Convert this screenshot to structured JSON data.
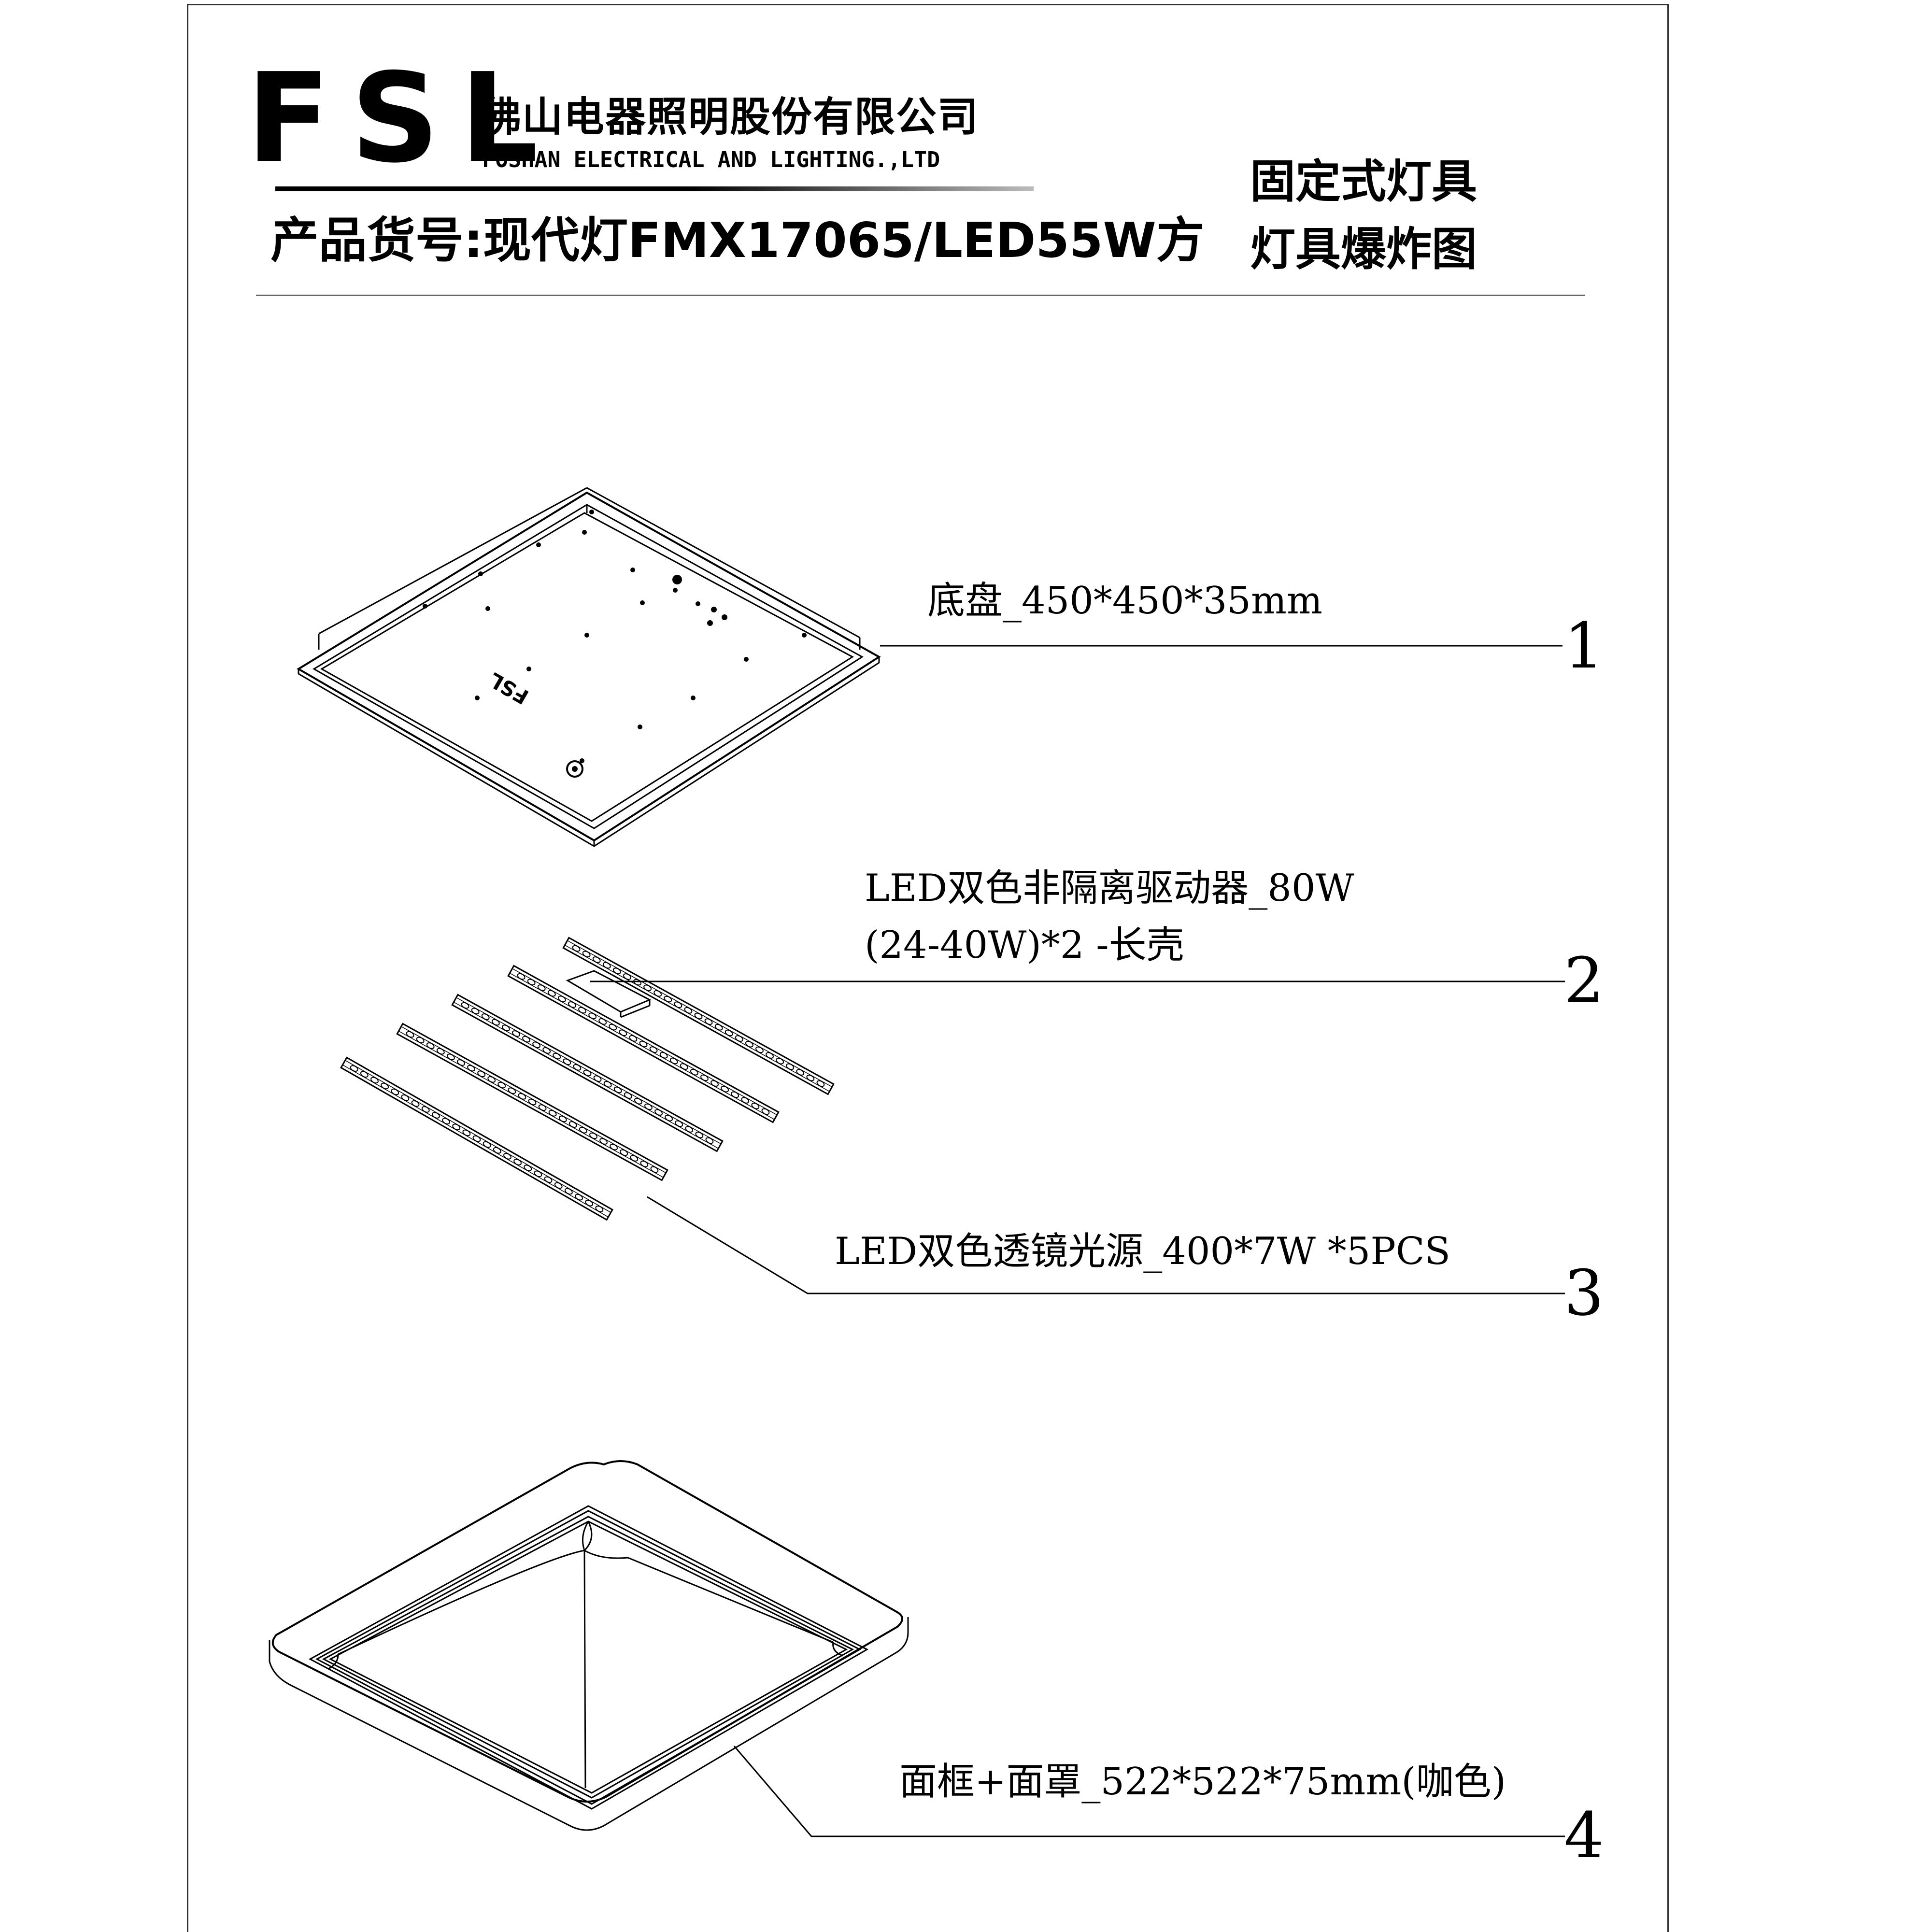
{
  "header": {
    "logo_text": "FSL",
    "company_cn": "佛山电器照明股份有限公司",
    "company_en": "FOSHAN ELECTRICAL AND LIGHTING.,LTD",
    "product_code": "产品货号:现代灯FMX17065/LED55W方",
    "doc_type": "固定式灯具",
    "doc_title": "灯具爆炸图"
  },
  "parts": [
    {
      "number": "1",
      "label": "底盘_450*450*35mm"
    },
    {
      "number": "2",
      "label_line1": "LED双色非隔离驱动器_80W",
      "label_line2": "(24-40W)*2  -长壳"
    },
    {
      "number": "3",
      "label": "LED双色透镜光源_400*7W *5PCS"
    },
    {
      "number": "4",
      "label": "面框+面罩_522*522*75mm(咖色)"
    }
  ],
  "base_plate_logo": "FSL",
  "colors": {
    "line": "#000000",
    "frame": "#333333",
    "rule": "#666666"
  }
}
